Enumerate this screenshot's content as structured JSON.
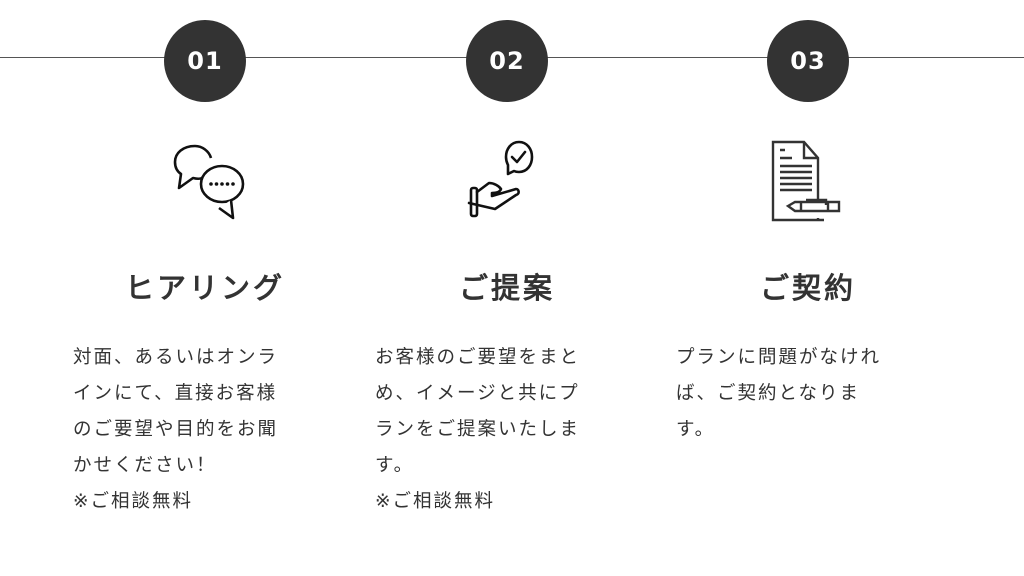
{
  "steps": [
    {
      "number": "01",
      "icon": "chat-bubbles-icon",
      "title": "ヒアリング",
      "lines": [
        "対面、あるいはオンラ",
        "インにて、直接お客様",
        "のご要望や目的をお聞",
        "かせください！",
        "※ご相談無料"
      ]
    },
    {
      "number": "02",
      "icon": "hand-check-icon",
      "title": "ご提案",
      "lines": [
        "お客様のご要望をまと",
        "め、イメージと共にプ",
        "ランをご提案いたしま",
        "す。",
        "※ご相談無料"
      ]
    },
    {
      "number": "03",
      "icon": "contract-document-icon",
      "title": "ご契約",
      "lines": [
        "プランに問題がなけれ",
        "ば、ご契約となりま",
        "す。"
      ]
    }
  ]
}
